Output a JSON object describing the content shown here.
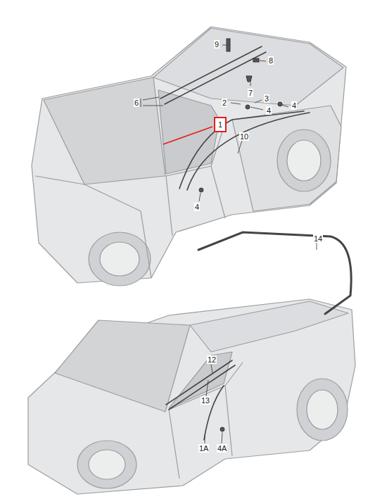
{
  "diagram": {
    "nodes": [
      {
        "text": [
          "1"
        ]
      }
    ],
    "labels": [
      "9",
      "8",
      "6",
      "7",
      "3",
      "2",
      "4",
      "4",
      "10",
      "4",
      "14",
      "12",
      "13",
      "1A",
      "4A"
    ]
  }
}
